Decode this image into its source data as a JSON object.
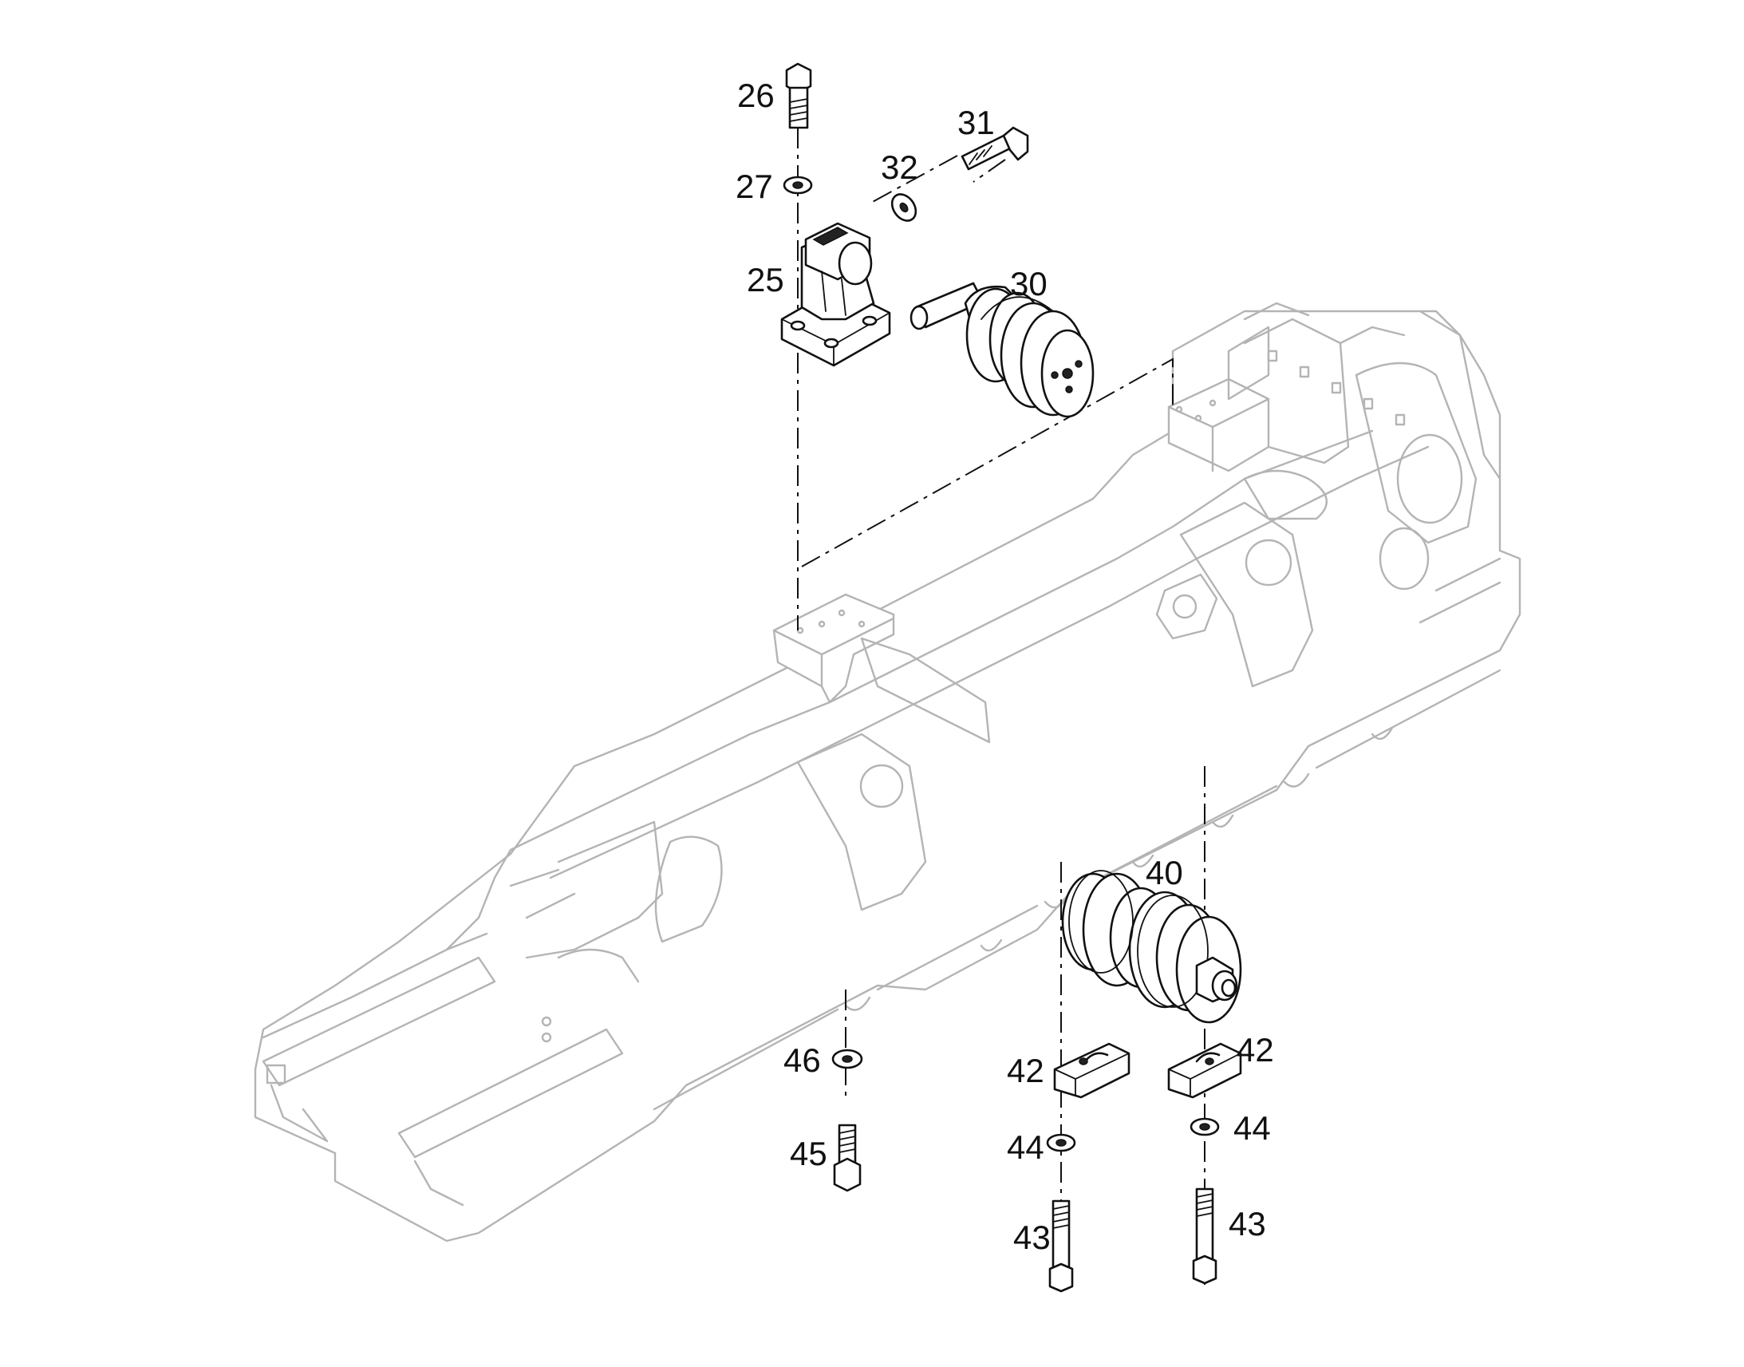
{
  "diagram": {
    "type": "exploded-parts-view",
    "callouts": [
      {
        "id": "c26a",
        "text": "26"
      },
      {
        "id": "c27a",
        "text": "27"
      },
      {
        "id": "c25a",
        "text": "25"
      },
      {
        "id": "c31a",
        "text": "31"
      },
      {
        "id": "c32a",
        "text": "32"
      },
      {
        "id": "c30a",
        "text": "30"
      },
      {
        "id": "c40a",
        "text": "40"
      },
      {
        "id": "c46a",
        "text": "46"
      },
      {
        "id": "c45a",
        "text": "45"
      },
      {
        "id": "c42a",
        "text": "42"
      },
      {
        "id": "c42b",
        "text": "42"
      },
      {
        "id": "c44a",
        "text": "44"
      },
      {
        "id": "c44b",
        "text": "44"
      },
      {
        "id": "c43a",
        "text": "43"
      },
      {
        "id": "c43b",
        "text": "43"
      }
    ],
    "colors": {
      "background": "#ffffff",
      "frame_outline": "#b4b4b4",
      "part_outline": "#111111",
      "label_text": "#111111"
    }
  }
}
